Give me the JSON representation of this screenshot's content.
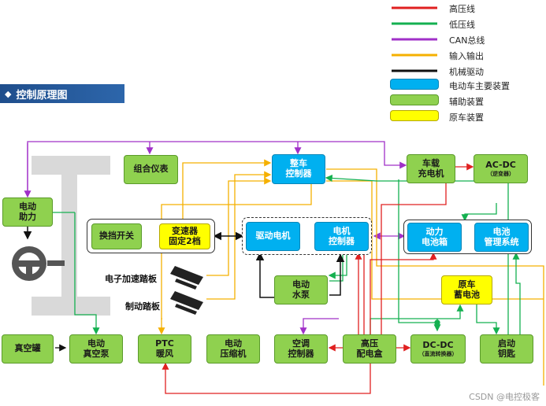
{
  "title": "控制原理图",
  "legend": [
    {
      "label": "高压线",
      "kind": "line",
      "color": "#e02020"
    },
    {
      "label": "低压线",
      "kind": "line",
      "color": "#14b050"
    },
    {
      "label": "CAN总线",
      "kind": "line",
      "color": "#a030c8"
    },
    {
      "label": "输入输出",
      "kind": "line",
      "color": "#f5b000"
    },
    {
      "label": "机械驱动",
      "kind": "line",
      "color": "#111111"
    },
    {
      "label": "电动车主要装置",
      "kind": "box",
      "color": "#00b0f0"
    },
    {
      "label": "辅助装置",
      "kind": "box",
      "color": "#8fd14f"
    },
    {
      "label": "原车装置",
      "kind": "box",
      "color": "#ffff00"
    }
  ],
  "nodes": {
    "instrument": {
      "line1": "组合仪表"
    },
    "vcu": {
      "line1": "整车",
      "line2": "控制器"
    },
    "charger": {
      "line1": "车载",
      "line2": "充电机"
    },
    "acdc": {
      "line1": "AC-DC",
      "sub": "（逆变器）"
    },
    "eps": {
      "line1": "电动",
      "line2": "助力"
    },
    "shifter": {
      "line1": "换挡开关"
    },
    "gearbox": {
      "line1": "变速器",
      "line2": "固定2档"
    },
    "motor": {
      "line1": "驱动电机"
    },
    "mcu": {
      "line1": "电机",
      "line2": "控制器"
    },
    "battery": {
      "line1": "动力",
      "line2": "电池箱"
    },
    "bms": {
      "line1": "电池",
      "line2": "管理系统"
    },
    "pump": {
      "line1": "电动",
      "line2": "水泵"
    },
    "lv_battery": {
      "line1": "原车",
      "line2": "蓄电池"
    },
    "vacuum_tank": {
      "line1": "真空罐"
    },
    "vacuum_pump": {
      "line1": "电动",
      "line2": "真空泵"
    },
    "ptc": {
      "line1": "PTC",
      "line2": "暖风"
    },
    "compressor": {
      "line1": "电动",
      "line2": "压缩机"
    },
    "ac_ctrl": {
      "line1": "空调",
      "line2": "控制器"
    },
    "hv_box": {
      "line1": "高压",
      "line2": "配电盒"
    },
    "dcdc": {
      "line1": "DC-DC",
      "sub": "（直流转换器）"
    },
    "key": {
      "line1": "启动",
      "line2": "钥匙"
    }
  },
  "pedals": {
    "accel": "电子加速踏板",
    "brake": "制动踏板"
  },
  "watermark": "CSDN @电控极客",
  "colors": {
    "hv": "#e02020",
    "lv": "#14b050",
    "can": "#a030c8",
    "io": "#f5b000",
    "mech": "#111111"
  }
}
